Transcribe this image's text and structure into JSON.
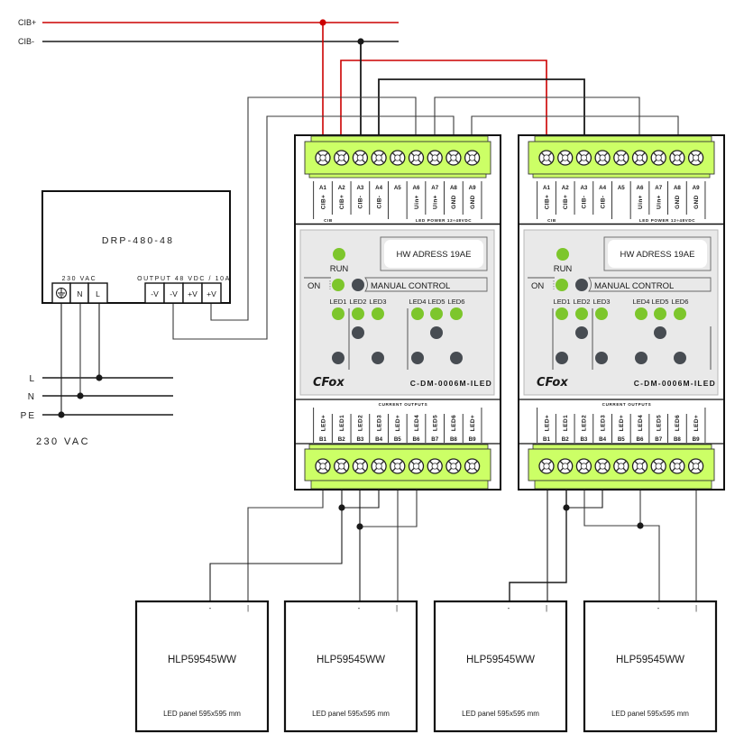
{
  "bus": {
    "cib_plus": "CIB+",
    "cib_minus": "CIB-"
  },
  "psu": {
    "model": "DRP-480-48",
    "input_label": "230 VAC",
    "output_label": "OUTPUT 48 VDC / 10A",
    "input_terminals": [
      {
        "label": "",
        "icon": "ground-icon"
      },
      {
        "label": "N"
      },
      {
        "label": "L"
      }
    ],
    "output_terminals": [
      "-V",
      "-V",
      "+V",
      "+V"
    ]
  },
  "mains": {
    "lines": [
      "L",
      "N",
      "PE"
    ],
    "voltage": "230 VAC"
  },
  "modules": [
    {
      "top_terminals": [
        "A1",
        "A2",
        "A3",
        "A4",
        "A5",
        "A6",
        "A7",
        "A8",
        "A9"
      ],
      "top_signals": [
        "CIB+",
        "CIB+",
        "CIB-",
        "CIB-",
        "",
        "Uin+",
        "Uin+",
        "GND",
        "GND"
      ],
      "top_group_left": "CIB",
      "top_group_right": "LED POWER 12÷48VDC",
      "hw_address": "HW ADRESS 19AE",
      "run_label": "RUN",
      "run_state": "on",
      "on_label": "ON",
      "on_state": "on",
      "manual_label": "MANUAL CONTROL",
      "manual_state": "off",
      "led_labels": [
        "LED1",
        "LED2",
        "LED3",
        "LED4",
        "LED5",
        "LED6"
      ],
      "led_states": [
        "on",
        "on",
        "on",
        "on",
        "on",
        "on"
      ],
      "brand": "CFox",
      "model": "C-DM-0006M-ILED",
      "bottom_group": "CURRENT OUTPUTS",
      "bottom_signals": [
        "LED+",
        "LED1",
        "LED2",
        "LED3",
        "LED+",
        "LED4",
        "LED5",
        "LED6",
        "LED+"
      ],
      "bottom_terminals": [
        "B1",
        "B2",
        "B3",
        "B4",
        "B5",
        "B6",
        "B7",
        "B8",
        "B9"
      ]
    },
    {
      "top_terminals": [
        "A1",
        "A2",
        "A3",
        "A4",
        "A5",
        "A6",
        "A7",
        "A8",
        "A9"
      ],
      "top_signals": [
        "CIB+",
        "CIB+",
        "CIB-",
        "CIB-",
        "",
        "Uin+",
        "Uin+",
        "GND",
        "GND"
      ],
      "top_group_left": "CIB",
      "top_group_right": "LED POWER 12÷48VDC",
      "hw_address": "HW ADRESS 19AE",
      "run_label": "RUN",
      "run_state": "on",
      "on_label": "ON",
      "on_state": "on",
      "manual_label": "MANUAL CONTROL",
      "manual_state": "off",
      "led_labels": [
        "LED1",
        "LED2",
        "LED3",
        "LED4",
        "LED5",
        "LED6"
      ],
      "led_states": [
        "on",
        "on",
        "on",
        "on",
        "on",
        "on"
      ],
      "brand": "CFox",
      "model": "C-DM-0006M-ILED",
      "bottom_group": "CURRENT OUTPUTS",
      "bottom_signals": [
        "LED+",
        "LED1",
        "LED2",
        "LED3",
        "LED+",
        "LED4",
        "LED5",
        "LED6",
        "LED+"
      ],
      "bottom_terminals": [
        "B1",
        "B2",
        "B3",
        "B4",
        "B5",
        "B6",
        "B7",
        "B8",
        "B9"
      ]
    }
  ],
  "panels": [
    {
      "model": "HLP59545WW",
      "description": "LED panel 595x595 mm",
      "minus": "-",
      "plus": "|"
    },
    {
      "model": "HLP59545WW",
      "description": "LED panel 595x595 mm",
      "minus": "-",
      "plus": "|"
    },
    {
      "model": "HLP59545WW",
      "description": "LED panel 595x595 mm",
      "minus": "-",
      "plus": "|"
    },
    {
      "model": "HLP59545WW",
      "description": "LED panel 595x595 mm",
      "minus": "-",
      "plus": "|"
    }
  ],
  "colors": {
    "cib_plus_wire": "#cc0000",
    "wire": "#1a1a1a",
    "wire_secondary": "#3a3a3a",
    "terminal_block": "#ccff66",
    "led_on": "#7dc62c",
    "led_off": "#474c52",
    "faceplate": "#e9e9e9"
  }
}
